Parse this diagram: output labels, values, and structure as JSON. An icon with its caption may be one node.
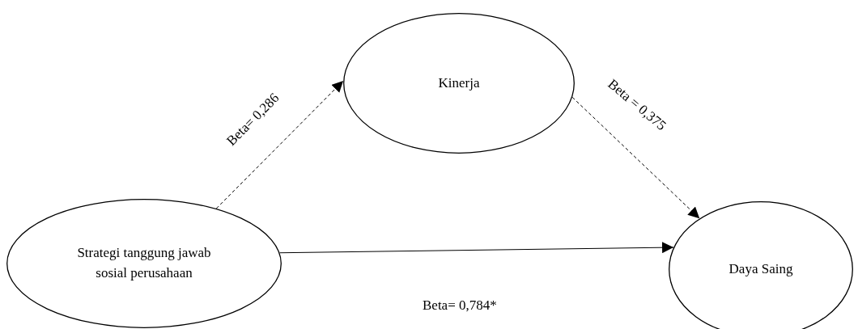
{
  "diagram": {
    "nodes": [
      {
        "text": [
          "Strategi tanggung jawab sosial perusahaan"
        ]
      },
      {
        "text": [
          "Kinerja"
        ]
      },
      {
        "text": [
          "Daya Saing"
        ]
      }
    ],
    "edges": [
      {
        "from": 0,
        "to": 1,
        "arrow": "to",
        "style": "dashed",
        "label": "Beta= 0,286"
      },
      {
        "from": 1,
        "to": 2,
        "arrow": "to",
        "style": "dashed",
        "label": "Beta = 0,375"
      },
      {
        "from": 0,
        "to": 2,
        "arrow": "to",
        "label": "Beta= 0,784*"
      }
    ]
  }
}
